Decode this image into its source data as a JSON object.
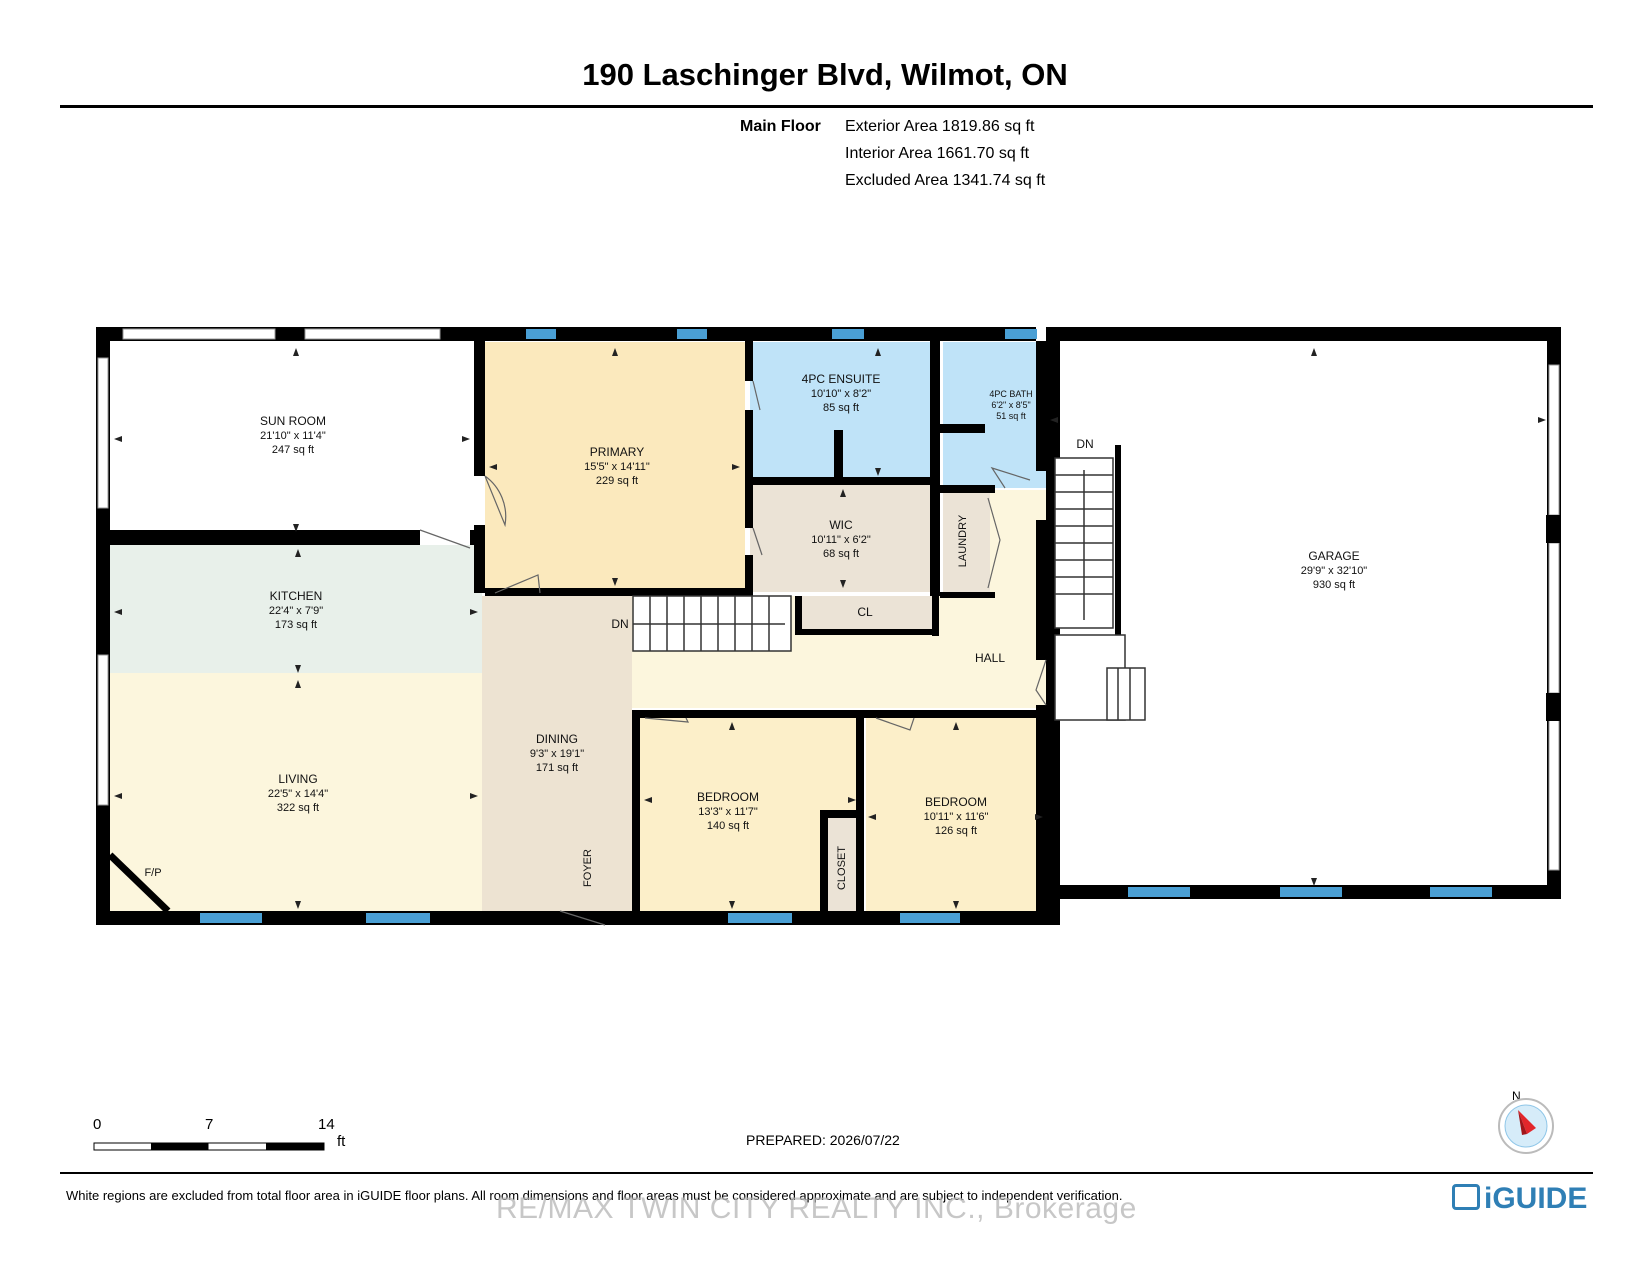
{
  "header": {
    "title": "190 Laschinger Blvd, Wilmot, ON",
    "floor_name": "Main Floor",
    "exterior_area": "Exterior Area 1819.86 sq ft",
    "interior_area": "Interior Area 1661.70 sq ft",
    "excluded_area": "Excluded Area 1341.74 sq ft"
  },
  "rooms": {
    "sun_room": {
      "name": "SUN ROOM",
      "dims": "21'10\" x 11'4\"",
      "area": "247 sq ft"
    },
    "primary": {
      "name": "PRIMARY",
      "dims": "15'5\" x 14'11\"",
      "area": "229 sq ft"
    },
    "ensuite": {
      "name": "4PC ENSUITE",
      "dims": "10'10\" x 8'2\"",
      "area": "85 sq ft"
    },
    "bath": {
      "name": "4PC BATH",
      "dims": "6'2\" x 8'5\"",
      "area": "51 sq ft"
    },
    "wic": {
      "name": "WIC",
      "dims": "10'11\" x 6'2\"",
      "area": "68 sq ft"
    },
    "laundry": {
      "name": "LAUNDRY"
    },
    "garage": {
      "name": "GARAGE",
      "dims": "29'9\" x 32'10\"",
      "area": "930 sq ft"
    },
    "kitchen": {
      "name": "KITCHEN",
      "dims": "22'4\" x 7'9\"",
      "area": "173 sq ft"
    },
    "cl": {
      "name": "CL"
    },
    "hall": {
      "name": "HALL"
    },
    "dining": {
      "name": "DINING",
      "dims": "9'3\" x 19'1\"",
      "area": "171 sq ft"
    },
    "living": {
      "name": "LIVING",
      "dims": "22'5\" x 14'4\"",
      "area": "322 sq ft"
    },
    "bedroom1": {
      "name": "BEDROOM",
      "dims": "13'3\" x 11'7\"",
      "area": "140 sq ft"
    },
    "bedroom2": {
      "name": "BEDROOM",
      "dims": "10'11\" x 11'6\"",
      "area": "126 sq ft"
    },
    "closet": {
      "name": "CLOSET"
    },
    "foyer": {
      "name": "FOYER"
    },
    "fp": {
      "name": "F/P"
    },
    "dn_stair_main": "DN",
    "dn_stair_garage": "DN"
  },
  "colors": {
    "primary": "#fbe9bd",
    "ensuite": "#bfe3f8",
    "bath": "#bfe3f8",
    "wic": "#ebe3d6",
    "laundry": "#ebe3d6",
    "kitchen": "#e8f0ea",
    "living": "#fcf6dd",
    "dining": "#ede3d2",
    "hall": "#fcf6dd",
    "bedroom": "#fcefc9",
    "window": "#4a9fd4"
  },
  "scale": {
    "labels": [
      "0",
      "7",
      "14"
    ],
    "unit": "ft"
  },
  "prepared": "PREPARED: 2026/07/22",
  "compass_label": "N",
  "footer": {
    "disclaimer": "White regions are excluded from total floor area in iGUIDE floor plans. All room dimensions and floor areas must be considered approximate and are subject to independent verification.",
    "watermark": "RE/MAX TWIN CITY REALTY INC., Brokerage",
    "logo": "iGUIDE"
  }
}
